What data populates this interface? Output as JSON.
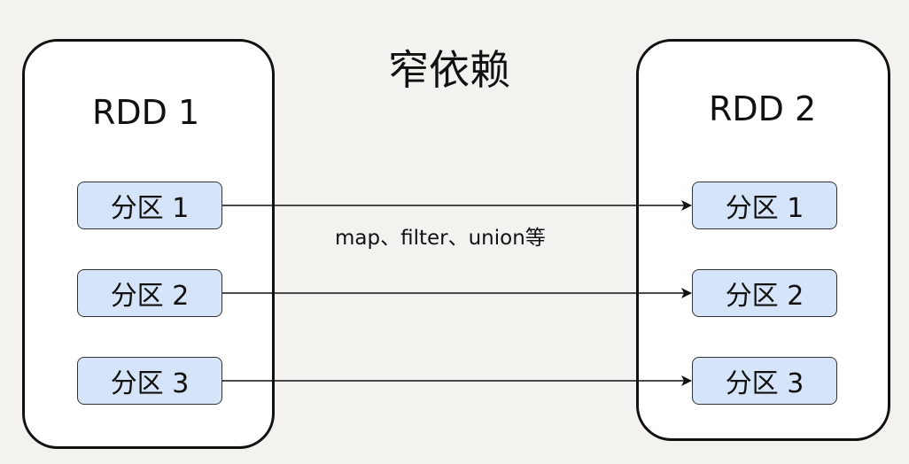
{
  "title": "窄依赖",
  "left_rdd": {
    "title": "RDD 1",
    "partitions": [
      "分区 1",
      "分区 2",
      "分区 3"
    ]
  },
  "right_rdd": {
    "title": "RDD 2",
    "partitions": [
      "分区 1",
      "分区 2",
      "分区 3"
    ]
  },
  "edge_label": "map、filter、union等",
  "colors": {
    "background": "#f4f2ef",
    "partition_fill": "#d6e4f9",
    "stroke": "#111111"
  }
}
